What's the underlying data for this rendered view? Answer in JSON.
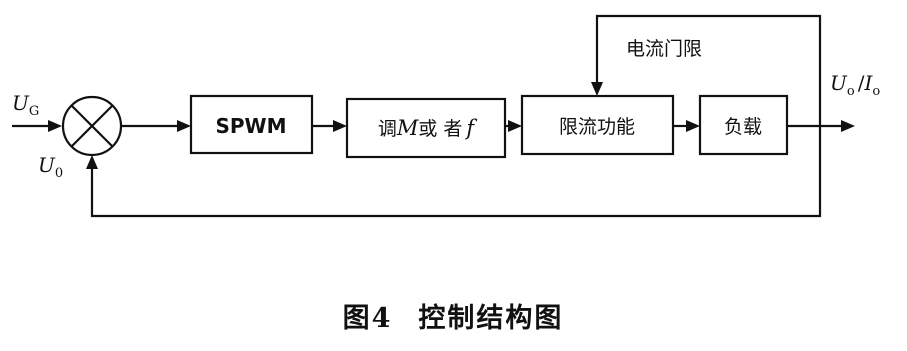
{
  "inputs": {
    "reference": "U",
    "reference_sub": "G",
    "feedback": "U",
    "feedback_sub": "0"
  },
  "blocks": {
    "spwm": "SPWM",
    "modulation_pre": "调",
    "modulation_var1": "M",
    "modulation_mid": "或 者",
    "modulation_var2": "f",
    "current_limit": "限流功能",
    "load": "负载"
  },
  "labels": {
    "current_gate": "电流门限",
    "output_u": "U",
    "output_u_sub": "o",
    "output_sep": "/",
    "output_i": "I",
    "output_i_sub": "o"
  },
  "caption": {
    "number": "图4",
    "title": "控制结构图"
  }
}
